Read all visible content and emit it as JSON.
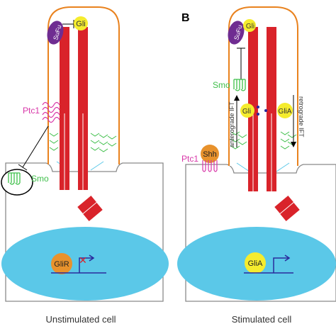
{
  "panel_b_letter": "B",
  "left_panel": {
    "caption": "Unstimulated cell",
    "sufu": "SuFu",
    "gli": "Gli",
    "ptc1": "Ptc1",
    "smo": "Smo",
    "glir": "GliR",
    "x_mark": "✕"
  },
  "right_panel": {
    "caption": "Stimulated cell",
    "sufu": "SuFu",
    "gli_tip": "Gli",
    "smo": "Smo",
    "gli": "Gli",
    "glia_cilium": "GliA",
    "anterograde": "anterograde IFT",
    "retrograde": "retrograde IFT",
    "ptc1": "Ptc1",
    "shh": "Shh",
    "glia_nucleus": "GliA"
  },
  "colors": {
    "membrane": "#e9821e",
    "microtubule": "#d9232a",
    "gli_yellow": "#f5ec2e",
    "sufu_purple": "#6f2c91",
    "ptc_magenta": "#d836a8",
    "smo_green": "#3fbf4a",
    "nucleus": "#5bc8e8",
    "shh_orange": "#e8922c",
    "dna_blue": "#2a2a9c",
    "cell_outline": "#8a8a8a"
  }
}
